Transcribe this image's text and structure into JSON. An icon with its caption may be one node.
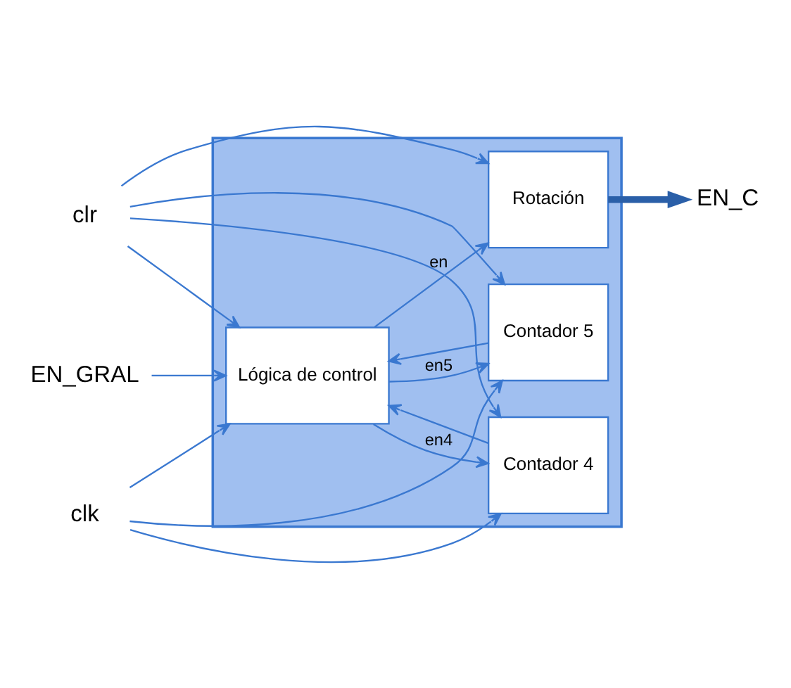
{
  "diagram": {
    "nodes": [
      {
        "text": [],
        "shape": "box"
      },
      {
        "text": [
          "Lógica de control"
        ],
        "in": 0
      },
      {
        "text": [
          "Contador 4"
        ],
        "in": 0
      },
      {
        "text": [
          "Contador 5"
        ],
        "in": 0
      },
      {
        "text": [
          "Rotación"
        ],
        "in": 0
      },
      {
        "text": [
          "EN_GRAL"
        ]
      },
      {
        "text": [
          "clr"
        ]
      },
      {
        "text": [
          "clk"
        ]
      },
      {
        "text": [
          "EN_C"
        ]
      }
    ],
    "edges": [
      {
        "from": 5,
        "to": 1,
        "arrow": "to"
      },
      {
        "from": 6,
        "to": 1,
        "arrow": "to"
      },
      {
        "from": 6,
        "to": 2,
        "arrow": "to"
      },
      {
        "from": 6,
        "to": 3,
        "arrow": "to"
      },
      {
        "from": 6,
        "to": 4,
        "arrow": "to"
      },
      {
        "from": 7,
        "to": 1,
        "arrow": "to"
      },
      {
        "from": 7,
        "to": 2,
        "arrow": "to"
      },
      {
        "from": 7,
        "to": 3,
        "arrow": "to"
      },
      {
        "from": 1,
        "to": 2,
        "label": "en4",
        "arrow": "to"
      },
      {
        "from": 1,
        "to": 3,
        "label": "en5",
        "arrow": "to"
      },
      {
        "from": 1,
        "to": 4,
        "label": "en",
        "arrow": "to"
      },
      {
        "from": 2,
        "to": 1,
        "arrow": "to"
      },
      {
        "from": 3,
        "to": 1,
        "arrow": "to"
      },
      {
        "from": 4,
        "to": 8,
        "arrow": "to",
        "style": "thick",
        "color": "#2a5fa8"
      }
    ]
  }
}
